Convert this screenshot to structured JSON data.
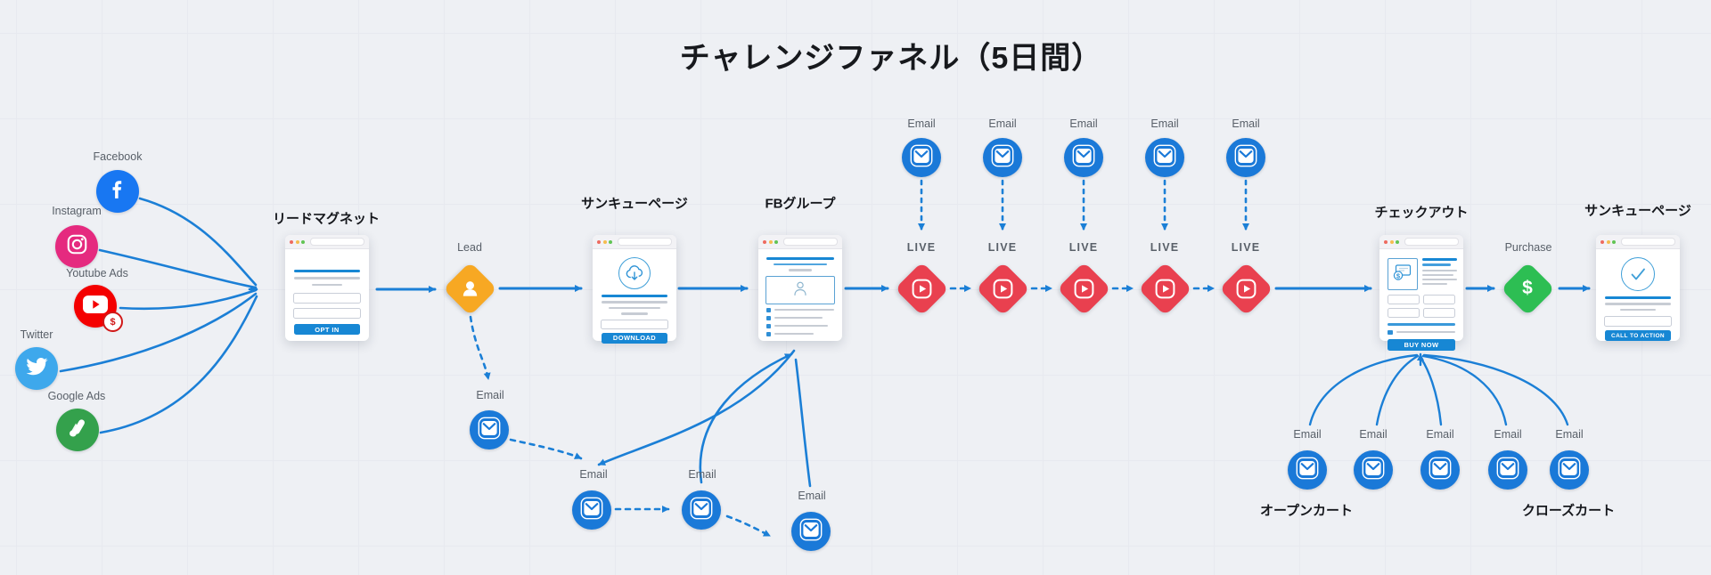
{
  "title": "チャレンジファネル（5日間）",
  "traffic_sources": [
    {
      "name": "Facebook"
    },
    {
      "name": "Instagram"
    },
    {
      "name": "Youtube Ads",
      "badge": "$"
    },
    {
      "name": "Twitter"
    },
    {
      "name": "Google Ads"
    }
  ],
  "lead_magnet": {
    "label": "リードマグネット",
    "button": "OPT IN"
  },
  "lead": {
    "label": "Lead",
    "email_label": "Email"
  },
  "thank_you_download": {
    "label": "サンキューページ",
    "button": "DOWNLOAD"
  },
  "fb_group": {
    "label": "FBグループ"
  },
  "nurture_emails": [
    {
      "label": "Email"
    },
    {
      "label": "Email"
    },
    {
      "label": "Email"
    }
  ],
  "live_days": [
    {
      "email_label": "Email",
      "live_label": "LIVE"
    },
    {
      "email_label": "Email",
      "live_label": "LIVE"
    },
    {
      "email_label": "Email",
      "live_label": "LIVE"
    },
    {
      "email_label": "Email",
      "live_label": "LIVE"
    },
    {
      "email_label": "Email",
      "live_label": "LIVE"
    }
  ],
  "checkout": {
    "label": "チェックアウト",
    "button": "BUY NOW"
  },
  "purchase": {
    "label": "Purchase",
    "symbol": "$"
  },
  "thank_you_final": {
    "label": "サンキューページ",
    "button": "CALL TO ACTION"
  },
  "cart_sequence": {
    "open_label": "オープンカート",
    "close_label": "クローズカート",
    "emails": [
      {
        "label": "Email"
      },
      {
        "label": "Email"
      },
      {
        "label": "Email"
      },
      {
        "label": "Email"
      },
      {
        "label": "Email"
      }
    ]
  },
  "colors": {
    "primary_blue": "#1b7fd6",
    "email_blue": "#1a79d8",
    "live_red": "#e9404f",
    "lead_orange": "#f7a823",
    "purchase_green": "#2dbe53",
    "facebook_blue": "#1877f2",
    "instagram_pink": "#e52a7f",
    "youtube_red": "#f40000",
    "twitter_blue": "#3ea8ec",
    "google_ads_green": "#34a14c"
  }
}
